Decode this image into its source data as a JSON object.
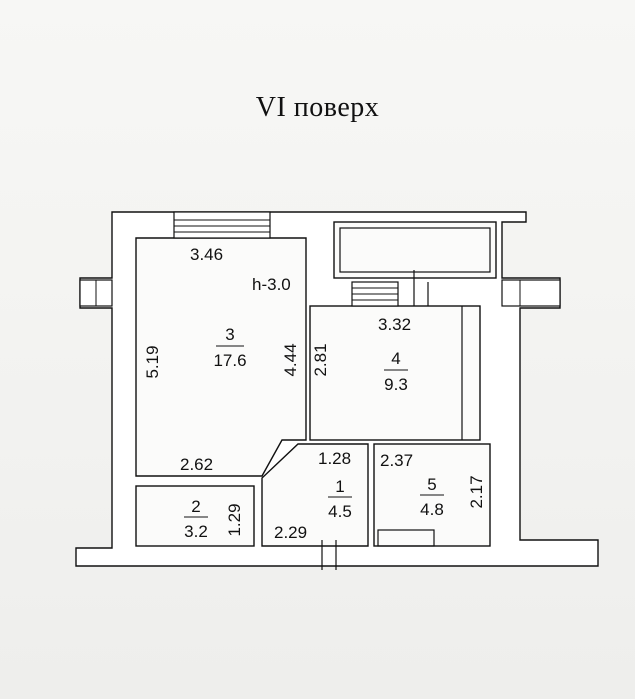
{
  "title": "VI поверх",
  "height_note": "h-3.0",
  "rooms": [
    {
      "number": "3",
      "area": "17.6"
    },
    {
      "number": "4",
      "area": "9.3"
    },
    {
      "number": "2",
      "area": "3.2"
    },
    {
      "number": "1",
      "area": "4.5"
    },
    {
      "number": "5",
      "area": "4.8"
    }
  ],
  "dimensions": {
    "room3_top": "3.46",
    "room3_left": "5.19",
    "room3_right": "4.44",
    "room3_bottom": "2.62",
    "room4_top": "3.32",
    "room4_left": "2.81",
    "room1_top": "1.28",
    "room1_bottom": "2.29",
    "room2_right": "1.29",
    "room5_top": "2.37",
    "room5_right": "2.17"
  }
}
